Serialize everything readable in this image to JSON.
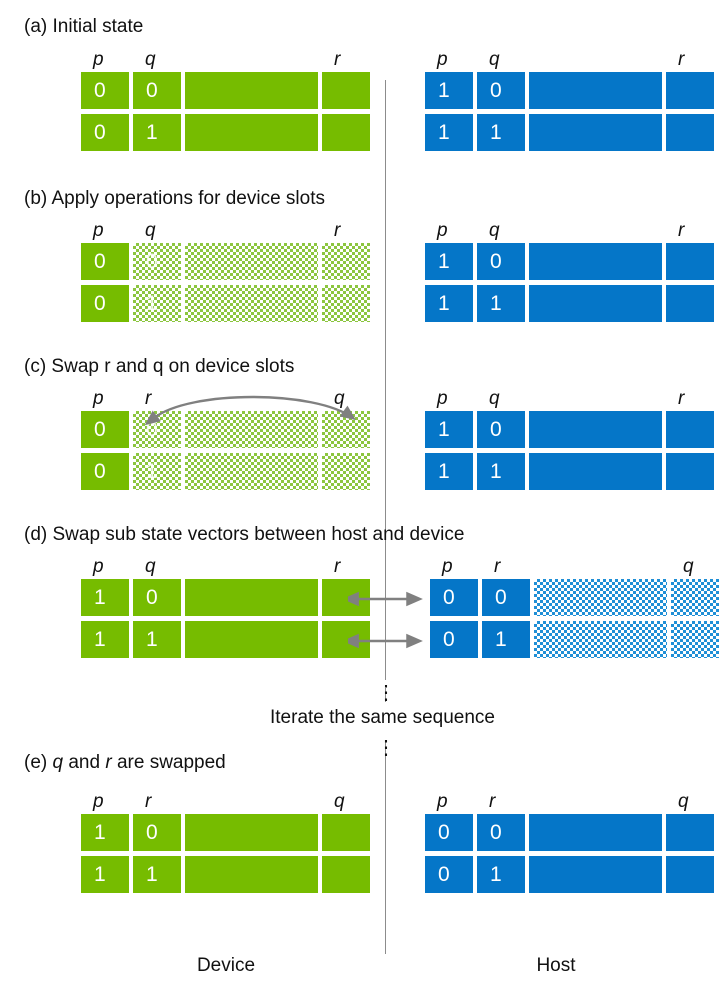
{
  "figure": {
    "colors": {
      "device_solid": "#76bc00",
      "device_hatch": "#8cc63f",
      "host_solid": "#0576c8",
      "host_hatch": "#1f8fd6",
      "divider": "#8c8c8c",
      "arrow": "#808080",
      "text": "#111111",
      "cell_text": "#ffffff"
    },
    "footer": {
      "device_label": "Device",
      "host_label": "Host"
    },
    "iterate_caption": "Iterate the same sequence",
    "ellipsis_glyph": "⋮"
  },
  "panels": [
    {
      "id": "a",
      "title": "(a) Initial state",
      "device": {
        "labels": {
          "p": "p",
          "q": "q",
          "r": "r"
        },
        "rows": [
          {
            "p": "0",
            "q": "0",
            "mid": "",
            "r": ""
          },
          {
            "p": "0",
            "q": "1",
            "mid": "",
            "r": ""
          }
        ]
      },
      "host": {
        "labels": {
          "p": "p",
          "q": "q",
          "r": "r"
        },
        "rows": [
          {
            "p": "1",
            "q": "0",
            "mid": "",
            "r": ""
          },
          {
            "p": "1",
            "q": "1",
            "mid": "",
            "r": ""
          }
        ]
      }
    },
    {
      "id": "b",
      "title": "(b) Apply operations for device slots",
      "device": {
        "labels": {
          "p": "p",
          "q": "q",
          "r": "r"
        },
        "rows": [
          {
            "p": "0",
            "q": "0",
            "mid": "",
            "r": ""
          },
          {
            "p": "0",
            "q": "1",
            "mid": "",
            "r": ""
          }
        ]
      },
      "host": {
        "labels": {
          "p": "p",
          "q": "q",
          "r": "r"
        },
        "rows": [
          {
            "p": "1",
            "q": "0",
            "mid": "",
            "r": ""
          },
          {
            "p": "1",
            "q": "1",
            "mid": "",
            "r": ""
          }
        ]
      }
    },
    {
      "id": "c",
      "title": "(c) Swap r and q on device slots",
      "device": {
        "labels": {
          "p": "p",
          "q": "r",
          "r": "q"
        },
        "rows": [
          {
            "p": "0",
            "q": "0",
            "mid": "",
            "r": ""
          },
          {
            "p": "0",
            "q": "1",
            "mid": "",
            "r": ""
          }
        ]
      },
      "host": {
        "labels": {
          "p": "p",
          "q": "q",
          "r": "r"
        },
        "rows": [
          {
            "p": "1",
            "q": "0",
            "mid": "",
            "r": ""
          },
          {
            "p": "1",
            "q": "1",
            "mid": "",
            "r": ""
          }
        ]
      }
    },
    {
      "id": "d",
      "title": "(d) Swap sub state vectors between host and device",
      "device": {
        "labels": {
          "p": "p",
          "q": "q",
          "r": "r"
        },
        "rows": [
          {
            "p": "1",
            "q": "0",
            "mid": "",
            "r": ""
          },
          {
            "p": "1",
            "q": "1",
            "mid": "",
            "r": ""
          }
        ]
      },
      "host": {
        "labels": {
          "p": "p",
          "q": "r",
          "r": "q"
        },
        "rows": [
          {
            "p": "0",
            "q": "0",
            "mid": "",
            "r": ""
          },
          {
            "p": "0",
            "q": "1",
            "mid": "",
            "r": ""
          }
        ]
      }
    },
    {
      "id": "e",
      "title_prefix": "(e) ",
      "title_q": "q",
      "title_and": " and ",
      "title_r": "r",
      "title_suffix": " are swapped",
      "device": {
        "labels": {
          "p": "p",
          "q": "r",
          "r": "q"
        },
        "rows": [
          {
            "p": "1",
            "q": "0",
            "mid": "",
            "r": ""
          },
          {
            "p": "1",
            "q": "1",
            "mid": "",
            "r": ""
          }
        ]
      },
      "host": {
        "labels": {
          "p": "p",
          "q": "r",
          "r": "q"
        },
        "rows": [
          {
            "p": "0",
            "q": "0",
            "mid": "",
            "r": ""
          },
          {
            "p": "0",
            "q": "1",
            "mid": "",
            "r": ""
          }
        ]
      }
    }
  ]
}
